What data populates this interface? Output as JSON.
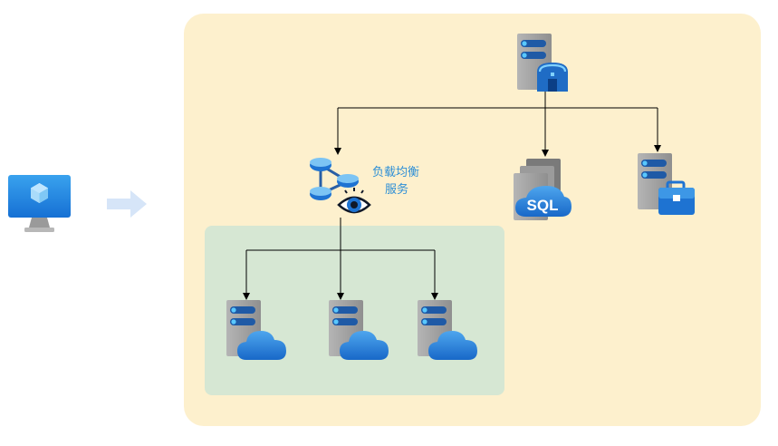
{
  "load_balancer": {
    "label_line1": "负载均衡",
    "label_line2": "服务"
  },
  "sql_server": {
    "badge_text": "SQL"
  },
  "colors": {
    "outer_panel": "#fdf0cd",
    "inner_panel": "#d6e7d3",
    "arrow_line": "#000000",
    "server_gray": "#a0a0a0",
    "server_dark": "#7a7a7a",
    "accent_blue": "#1e73d2",
    "light_blue": "#62b3f0",
    "label_blue": "#2e8fd6",
    "flow_arrow": "#d6e5f8",
    "monitor_blue": "#1f87e0"
  },
  "icons": {
    "client": "virtual-machine-monitor-icon",
    "flow": "right-arrow-icon",
    "web_server": "server-with-home-icon",
    "load_balancer": "load-balancer-with-eye-icon",
    "sql": "sql-server-icon",
    "toolbox_server": "server-with-toolbox-icon",
    "cloud_server": "server-with-cloud-icon"
  }
}
